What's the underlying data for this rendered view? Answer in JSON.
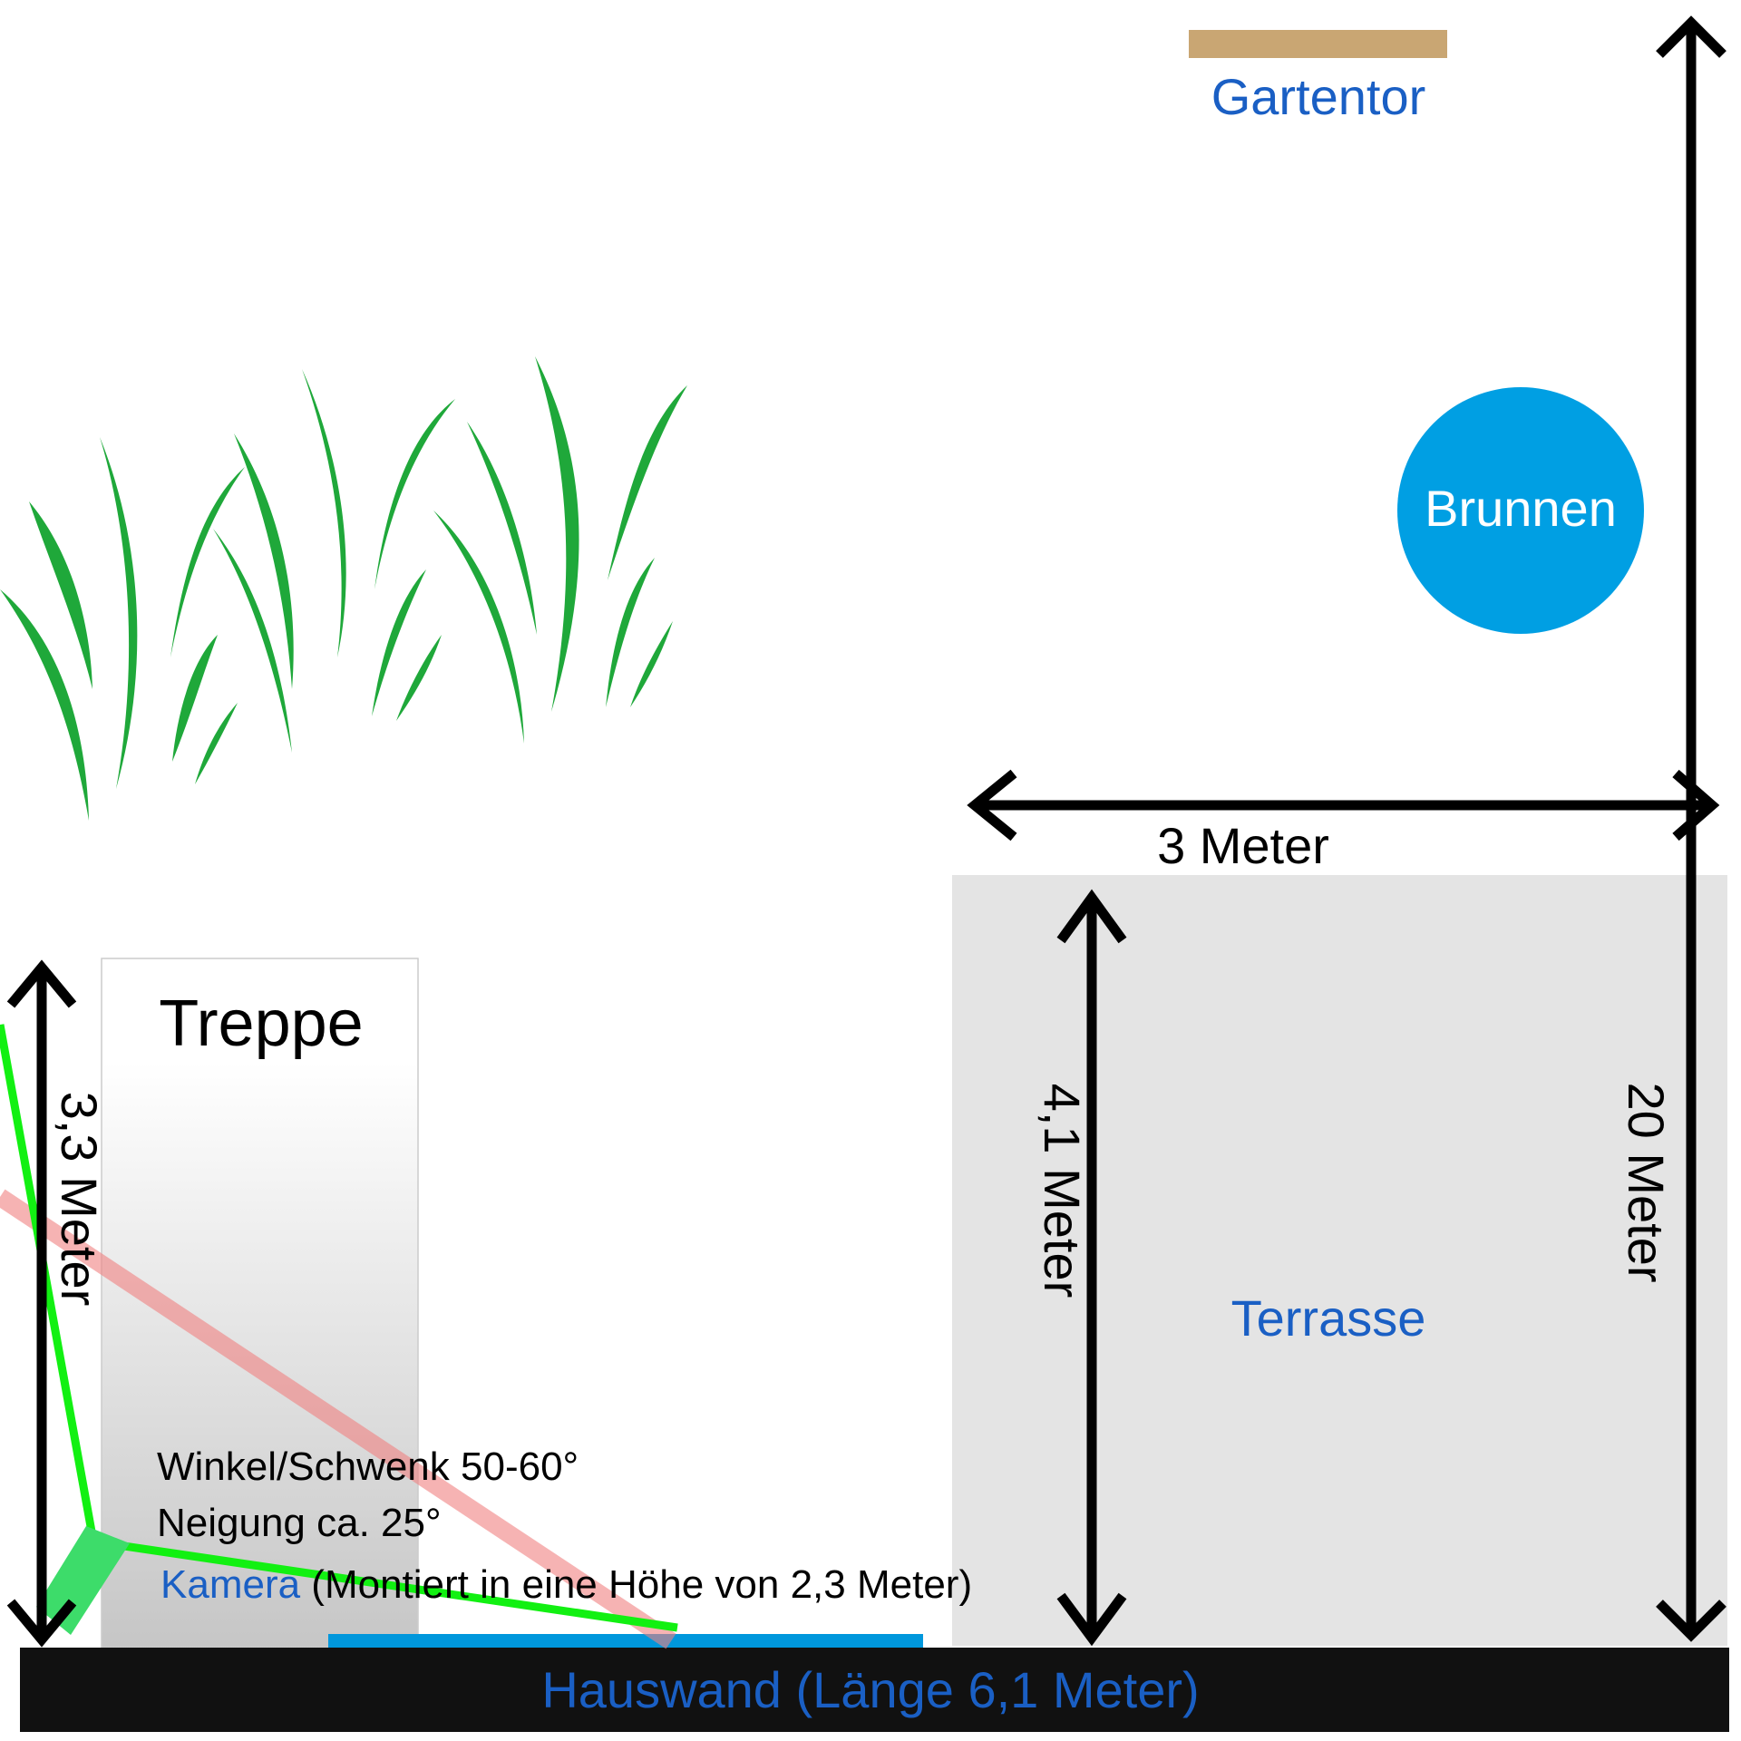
{
  "labels": {
    "garden_gate": "Gartentor",
    "well": "Brunnen",
    "stairs": "Treppe",
    "terrace": "Terrasse",
    "width_3m": "3 Meter",
    "height_4_1m": "4,1 Meter",
    "height_20m": "20 Meter",
    "height_3_3m": "3,3  Meter",
    "angle_pan": "Winkel/Schwenk 50-60°",
    "tilt": "Neigung ca. 25°",
    "camera": "Kamera",
    "camera_mount": " (Montiert in eine Höhe von 2,3 Meter)",
    "house_wall": "Hauswand (Länge 6,1 Meter)"
  },
  "colors": {
    "label_blue": "#1a5fc4",
    "well_blue": "#009fe3",
    "gate_tan": "#c9a673",
    "grass_green": "#1fa83a",
    "terrace_gray": "#e4e4e4",
    "wall_black": "#111111",
    "camera_green": "#3ddc6a",
    "fov_green": "#12f012",
    "fov_red": "#f08080",
    "window_blue": "#0097dc"
  },
  "icons": {
    "grass": "grass-illustration",
    "well": "circle",
    "camera": "camera-box"
  }
}
